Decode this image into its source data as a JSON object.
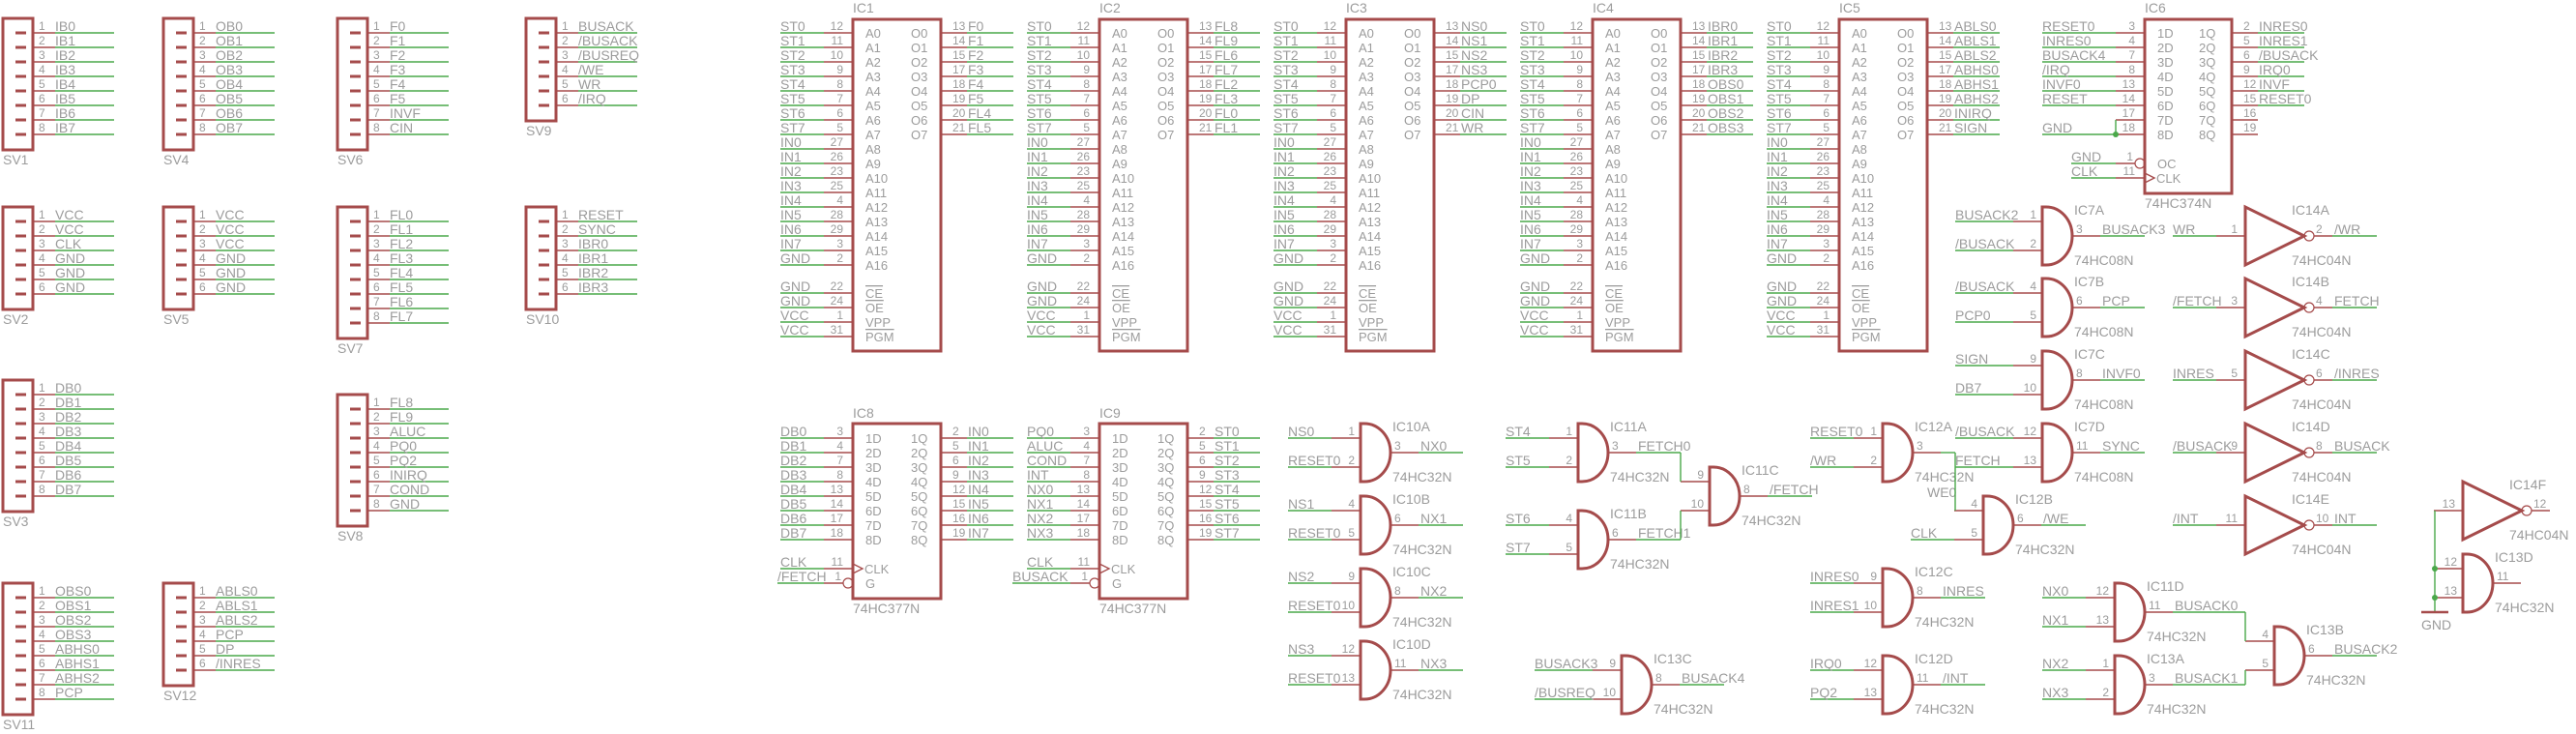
{
  "colors": {
    "part": "#a54b4b",
    "net": "#4aa84a",
    "text": "#9c9c9c",
    "background": "#ffffff"
  },
  "connectors": [
    {
      "ref": "SV1",
      "pins": [
        [
          "1",
          "IB0"
        ],
        [
          "2",
          "IB1"
        ],
        [
          "3",
          "IB2"
        ],
        [
          "4",
          "IB3"
        ],
        [
          "5",
          "IB4"
        ],
        [
          "6",
          "IB5"
        ],
        [
          "7",
          "IB6"
        ],
        [
          "8",
          "IB7"
        ]
      ]
    },
    {
      "ref": "SV4",
      "pins": [
        [
          "1",
          "OB0"
        ],
        [
          "2",
          "OB1"
        ],
        [
          "3",
          "OB2"
        ],
        [
          "4",
          "OB3"
        ],
        [
          "5",
          "OB4"
        ],
        [
          "6",
          "OB5"
        ],
        [
          "7",
          "OB6"
        ],
        [
          "8",
          "OB7"
        ]
      ]
    },
    {
      "ref": "SV6",
      "pins": [
        [
          "1",
          "F0"
        ],
        [
          "2",
          "F1"
        ],
        [
          "3",
          "F2"
        ],
        [
          "4",
          "F3"
        ],
        [
          "5",
          "F4"
        ],
        [
          "6",
          "F5"
        ],
        [
          "7",
          "INVF"
        ],
        [
          "8",
          "CIN"
        ]
      ]
    },
    {
      "ref": "SV9",
      "pins": [
        [
          "1",
          "BUSACK"
        ],
        [
          "2",
          "/BUSACK"
        ],
        [
          "3",
          "/BUSREQ"
        ],
        [
          "4",
          "/WE"
        ],
        [
          "5",
          "WR"
        ],
        [
          "6",
          "/IRQ"
        ]
      ]
    },
    {
      "ref": "SV2",
      "pins": [
        [
          "1",
          "VCC"
        ],
        [
          "2",
          "VCC"
        ],
        [
          "3",
          "CLK"
        ],
        [
          "4",
          "GND"
        ],
        [
          "5",
          "GND"
        ],
        [
          "6",
          "GND"
        ]
      ]
    },
    {
      "ref": "SV5",
      "pins": [
        [
          "1",
          "VCC"
        ],
        [
          "2",
          "VCC"
        ],
        [
          "3",
          "VCC"
        ],
        [
          "4",
          "GND"
        ],
        [
          "5",
          "GND"
        ],
        [
          "6",
          "GND"
        ]
      ]
    },
    {
      "ref": "SV7",
      "pins": [
        [
          "1",
          "FL0"
        ],
        [
          "2",
          "FL1"
        ],
        [
          "3",
          "FL2"
        ],
        [
          "4",
          "FL3"
        ],
        [
          "5",
          "FL4"
        ],
        [
          "6",
          "FL5"
        ],
        [
          "7",
          "FL6"
        ],
        [
          "8",
          "FL7"
        ]
      ]
    },
    {
      "ref": "SV10",
      "pins": [
        [
          "1",
          "RESET"
        ],
        [
          "2",
          "SYNC"
        ],
        [
          "3",
          "IBR0"
        ],
        [
          "4",
          "IBR1"
        ],
        [
          "5",
          "IBR2"
        ],
        [
          "6",
          "IBR3"
        ]
      ]
    },
    {
      "ref": "SV3",
      "pins": [
        [
          "1",
          "DB0"
        ],
        [
          "2",
          "DB1"
        ],
        [
          "3",
          "DB2"
        ],
        [
          "4",
          "DB3"
        ],
        [
          "5",
          "DB4"
        ],
        [
          "6",
          "DB5"
        ],
        [
          "7",
          "DB6"
        ],
        [
          "8",
          "DB7"
        ]
      ]
    },
    {
      "ref": "SV8",
      "pins": [
        [
          "1",
          "FL8"
        ],
        [
          "2",
          "FL9"
        ],
        [
          "3",
          "ALUC"
        ],
        [
          "4",
          "PQ0"
        ],
        [
          "5",
          "PQ2"
        ],
        [
          "6",
          "INIRQ"
        ],
        [
          "7",
          "COND"
        ],
        [
          "8",
          "GND"
        ]
      ]
    },
    {
      "ref": "SV11",
      "pins": [
        [
          "1",
          "OBS0"
        ],
        [
          "2",
          "OBS1"
        ],
        [
          "3",
          "OBS2"
        ],
        [
          "4",
          "OBS3"
        ],
        [
          "5",
          "ABHS0"
        ],
        [
          "6",
          "ABHS1"
        ],
        [
          "7",
          "ABHS2"
        ],
        [
          "8",
          "PCP"
        ]
      ]
    },
    {
      "ref": "SV12",
      "pins": [
        [
          "1",
          "ABLS0"
        ],
        [
          "2",
          "ABLS1"
        ],
        [
          "3",
          "ABLS2"
        ],
        [
          "4",
          "PCP"
        ],
        [
          "5",
          "DP"
        ],
        [
          "6",
          "/INRES"
        ]
      ]
    }
  ],
  "eprom_common": {
    "inputs": [
      [
        "ST0",
        "12",
        "A0"
      ],
      [
        "ST1",
        "11",
        "A1"
      ],
      [
        "ST2",
        "10",
        "A2"
      ],
      [
        "ST3",
        "9",
        "A3"
      ],
      [
        "ST4",
        "8",
        "A4"
      ],
      [
        "ST5",
        "7",
        "A5"
      ],
      [
        "ST6",
        "6",
        "A6"
      ],
      [
        "ST7",
        "5",
        "A7"
      ],
      [
        "IN0",
        "27",
        "A8"
      ],
      [
        "IN1",
        "26",
        "A9"
      ],
      [
        "IN2",
        "23",
        "A10"
      ],
      [
        "IN3",
        "25",
        "A11"
      ],
      [
        "IN4",
        "4",
        "A12"
      ],
      [
        "IN5",
        "28",
        "A13"
      ],
      [
        "IN6",
        "29",
        "A14"
      ],
      [
        "IN7",
        "3",
        "A15"
      ],
      [
        "GND",
        "2",
        "A16"
      ]
    ],
    "control": [
      [
        "GND",
        "22",
        "CE"
      ],
      [
        "GND",
        "24",
        "OE"
      ],
      [
        "VCC",
        "1",
        "VPP"
      ],
      [
        "VCC",
        "31",
        "PGM"
      ]
    ],
    "output_pins": [
      "O0",
      "O1",
      "O2",
      "O3",
      "O4",
      "O5",
      "O6",
      "O7"
    ]
  },
  "eproms": [
    {
      "ref": "IC1",
      "outputs": [
        [
          "13",
          "F0"
        ],
        [
          "14",
          "F1"
        ],
        [
          "15",
          "F2"
        ],
        [
          "17",
          "F3"
        ],
        [
          "18",
          "F4"
        ],
        [
          "19",
          "F5"
        ],
        [
          "20",
          "FL4"
        ],
        [
          "21",
          "FL5"
        ]
      ]
    },
    {
      "ref": "IC2",
      "outputs": [
        [
          "13",
          "FL8"
        ],
        [
          "14",
          "FL9"
        ],
        [
          "15",
          "FL6"
        ],
        [
          "17",
          "FL7"
        ],
        [
          "18",
          "FL2"
        ],
        [
          "19",
          "FL3"
        ],
        [
          "20",
          "FL0"
        ],
        [
          "21",
          "FL1"
        ]
      ]
    },
    {
      "ref": "IC3",
      "outputs": [
        [
          "13",
          "NS0"
        ],
        [
          "14",
          "NS1"
        ],
        [
          "15",
          "NS2"
        ],
        [
          "17",
          "NS3"
        ],
        [
          "18",
          "PCP0"
        ],
        [
          "19",
          "DP"
        ],
        [
          "20",
          "CIN"
        ],
        [
          "21",
          "WR"
        ]
      ]
    },
    {
      "ref": "IC4",
      "outputs": [
        [
          "13",
          "IBR0"
        ],
        [
          "14",
          "IBR1"
        ],
        [
          "15",
          "IBR2"
        ],
        [
          "17",
          "IBR3"
        ],
        [
          "18",
          "OBS0"
        ],
        [
          "19",
          "OBS1"
        ],
        [
          "20",
          "OBS2"
        ],
        [
          "21",
          "OBS3"
        ]
      ]
    },
    {
      "ref": "IC5",
      "outputs": [
        [
          "13",
          "ABLS0"
        ],
        [
          "14",
          "ABLS1"
        ],
        [
          "15",
          "ABLS2"
        ],
        [
          "17",
          "ABHS0"
        ],
        [
          "18",
          "ABHS1"
        ],
        [
          "19",
          "ABHS2"
        ],
        [
          "20",
          "INIRQ"
        ],
        [
          "21",
          "SIGN"
        ]
      ]
    }
  ],
  "latch374": {
    "ref": "IC6",
    "part": "74HC374N",
    "inputs": [
      [
        "RESET0",
        "3",
        "1D"
      ],
      [
        "INRES0",
        "4",
        "2D"
      ],
      [
        "BUSACK4",
        "7",
        "3D"
      ],
      [
        "/IRQ",
        "8",
        "4D"
      ],
      [
        "INVF0",
        "13",
        "5D"
      ],
      [
        "RESET",
        "14",
        "6D"
      ],
      [
        "",
        "17",
        "7D"
      ],
      [
        "GND",
        "18",
        "8D"
      ]
    ],
    "outputs": [
      [
        "2",
        "INRES0",
        "1Q"
      ],
      [
        "5",
        "INRES1",
        "2Q"
      ],
      [
        "6",
        "/BUSACK",
        "3Q"
      ],
      [
        "9",
        "IRQ0",
        "4Q"
      ],
      [
        "12",
        "INVF",
        "5Q"
      ],
      [
        "15",
        "RESET0",
        "6Q"
      ],
      [
        "16",
        "",
        "7Q"
      ],
      [
        "19",
        "",
        "8Q"
      ]
    ],
    "oc": [
      "GND",
      "1",
      "OC"
    ],
    "clk": [
      "CLK",
      "11",
      "CLK"
    ]
  },
  "latches377": [
    {
      "ref": "IC8",
      "part": "74HC377N",
      "inputs": [
        [
          "DB0",
          "3",
          "1D"
        ],
        [
          "DB1",
          "4",
          "2D"
        ],
        [
          "DB2",
          "7",
          "3D"
        ],
        [
          "DB3",
          "8",
          "4D"
        ],
        [
          "DB4",
          "13",
          "5D"
        ],
        [
          "DB5",
          "14",
          "6D"
        ],
        [
          "DB6",
          "17",
          "7D"
        ],
        [
          "DB7",
          "18",
          "8D"
        ]
      ],
      "outputs": [
        [
          "2",
          "IN0",
          "1Q"
        ],
        [
          "5",
          "IN1",
          "2Q"
        ],
        [
          "6",
          "IN2",
          "3Q"
        ],
        [
          "9",
          "IN3",
          "4Q"
        ],
        [
          "12",
          "IN4",
          "5Q"
        ],
        [
          "15",
          "IN5",
          "6Q"
        ],
        [
          "16",
          "IN6",
          "7Q"
        ],
        [
          "19",
          "IN7",
          "8Q"
        ]
      ],
      "clk": [
        "CLK",
        "11",
        "CLK"
      ],
      "g": [
        "/FETCH",
        "1",
        "G"
      ]
    },
    {
      "ref": "IC9",
      "part": "74HC377N",
      "inputs": [
        [
          "PQ0",
          "3",
          "1D"
        ],
        [
          "ALUC",
          "4",
          "2D"
        ],
        [
          "COND",
          "7",
          "3D"
        ],
        [
          "INT",
          "8",
          "4D"
        ],
        [
          "NX0",
          "13",
          "5D"
        ],
        [
          "NX1",
          "14",
          "6D"
        ],
        [
          "NX2",
          "17",
          "7D"
        ],
        [
          "NX3",
          "18",
          "8D"
        ]
      ],
      "outputs": [
        [
          "2",
          "ST0",
          "1Q"
        ],
        [
          "5",
          "ST1",
          "2Q"
        ],
        [
          "6",
          "ST2",
          "3Q"
        ],
        [
          "9",
          "ST3",
          "4Q"
        ],
        [
          "12",
          "ST4",
          "5Q"
        ],
        [
          "15",
          "ST5",
          "6Q"
        ],
        [
          "16",
          "ST6",
          "7Q"
        ],
        [
          "19",
          "ST7",
          "8Q"
        ]
      ],
      "clk": [
        "CLK",
        "11",
        "CLK"
      ],
      "g": [
        "BUSACK",
        "1",
        "G"
      ]
    }
  ],
  "gates": [
    {
      "ref": "IC7A",
      "part": "74HC08N",
      "type": "and",
      "in": [
        [
          "BUSACK2",
          "1"
        ],
        [
          "/BUSACK",
          "2"
        ]
      ],
      "out": [
        "3",
        "BUSACK3"
      ]
    },
    {
      "ref": "IC7B",
      "part": "74HC08N",
      "type": "and",
      "in": [
        [
          "/BUSACK",
          "4"
        ],
        [
          "PCP0",
          "5"
        ]
      ],
      "out": [
        "6",
        "PCP"
      ]
    },
    {
      "ref": "IC7C",
      "part": "74HC08N",
      "type": "and",
      "in": [
        [
          "SIGN",
          "9"
        ],
        [
          "DB7",
          "10"
        ]
      ],
      "out": [
        "8",
        "INVF0"
      ]
    },
    {
      "ref": "IC7D",
      "part": "74HC08N",
      "type": "and",
      "in": [
        [
          "/BUSACK",
          "12"
        ],
        [
          "FETCH",
          "13"
        ]
      ],
      "out": [
        "11",
        "SYNC"
      ]
    },
    {
      "ref": "IC14A",
      "part": "74HC04N",
      "type": "inv",
      "in": [
        [
          "WR",
          "1"
        ]
      ],
      "out": [
        "2",
        "/WR"
      ]
    },
    {
      "ref": "IC14B",
      "part": "74HC04N",
      "type": "inv",
      "in": [
        [
          "/FETCH",
          "3"
        ]
      ],
      "out": [
        "4",
        "FETCH"
      ]
    },
    {
      "ref": "IC14C",
      "part": "74HC04N",
      "type": "inv",
      "in": [
        [
          "INRES",
          "5"
        ]
      ],
      "out": [
        "6",
        "/INRES"
      ]
    },
    {
      "ref": "IC14D",
      "part": "74HC04N",
      "type": "inv",
      "in": [
        [
          "/BUSACK",
          "9"
        ]
      ],
      "out": [
        "8",
        "BUSACK"
      ]
    },
    {
      "ref": "IC14E",
      "part": "74HC04N",
      "type": "inv",
      "in": [
        [
          "/INT",
          "11"
        ]
      ],
      "out": [
        "10",
        "INT"
      ]
    },
    {
      "ref": "IC14F",
      "part": "74HC04N",
      "type": "inv",
      "in": [
        [
          "",
          "13"
        ]
      ],
      "out": [
        "12",
        ""
      ]
    },
    {
      "ref": "IC10A",
      "part": "74HC32N",
      "type": "and",
      "in": [
        [
          "NS0",
          "1"
        ],
        [
          "RESET0",
          "2"
        ]
      ],
      "out": [
        "3",
        "NX0"
      ]
    },
    {
      "ref": "IC10B",
      "part": "74HC32N",
      "type": "and",
      "in": [
        [
          "NS1",
          "4"
        ],
        [
          "RESET0",
          "5"
        ]
      ],
      "out": [
        "6",
        "NX1"
      ]
    },
    {
      "ref": "IC10C",
      "part": "74HC32N",
      "type": "and",
      "in": [
        [
          "NS2",
          "9"
        ],
        [
          "RESET0",
          "10"
        ]
      ],
      "out": [
        "8",
        "NX2"
      ]
    },
    {
      "ref": "IC10D",
      "part": "74HC32N",
      "type": "and",
      "in": [
        [
          "NS3",
          "12"
        ],
        [
          "RESET0",
          "13"
        ]
      ],
      "out": [
        "11",
        "NX3"
      ]
    },
    {
      "ref": "IC11A",
      "part": "74HC32N",
      "type": "and",
      "in": [
        [
          "ST4",
          "1"
        ],
        [
          "ST5",
          "2"
        ]
      ],
      "out": [
        "3",
        "FETCH0"
      ]
    },
    {
      "ref": "IC11B",
      "part": "74HC32N",
      "type": "and",
      "in": [
        [
          "ST6",
          "4"
        ],
        [
          "ST7",
          "5"
        ]
      ],
      "out": [
        "6",
        "FETCH1"
      ]
    },
    {
      "ref": "IC11C",
      "part": "74HC32N",
      "type": "and",
      "in": [
        [
          "",
          "9"
        ],
        [
          "",
          "10"
        ]
      ],
      "out": [
        "8",
        "/FETCH"
      ]
    },
    {
      "ref": "IC13C",
      "part": "74HC32N",
      "type": "and",
      "in": [
        [
          "BUSACK3",
          "9"
        ],
        [
          "/BUSREQ",
          "10"
        ]
      ],
      "out": [
        "8",
        "BUSACK4"
      ]
    },
    {
      "ref": "IC12A",
      "part": "74HC32N",
      "type": "and",
      "in": [
        [
          "RESET0",
          "1"
        ],
        [
          "/WR",
          "2"
        ]
      ],
      "out": [
        "3",
        "WE0"
      ]
    },
    {
      "ref": "IC12B",
      "part": "74HC32N",
      "type": "and",
      "in": [
        [
          "",
          "4"
        ],
        [
          "CLK",
          "5"
        ]
      ],
      "out": [
        "6",
        "/WE"
      ]
    },
    {
      "ref": "IC12C",
      "part": "74HC32N",
      "type": "and",
      "in": [
        [
          "INRES0",
          "9"
        ],
        [
          "INRES1",
          "10"
        ]
      ],
      "out": [
        "8",
        "INRES"
      ]
    },
    {
      "ref": "IC12D",
      "part": "74HC32N",
      "type": "and",
      "in": [
        [
          "IRQ0",
          "12"
        ],
        [
          "PQ2",
          "13"
        ]
      ],
      "out": [
        "11",
        "/INT"
      ]
    },
    {
      "ref": "IC11D",
      "part": "74HC32N",
      "type": "and",
      "in": [
        [
          "NX0",
          "12"
        ],
        [
          "NX1",
          "13"
        ]
      ],
      "out": [
        "11",
        "BUSACK0"
      ]
    },
    {
      "ref": "IC13A",
      "part": "74HC32N",
      "type": "and",
      "in": [
        [
          "NX2",
          "1"
        ],
        [
          "NX3",
          "2"
        ]
      ],
      "out": [
        "3",
        "BUSACK1"
      ]
    },
    {
      "ref": "IC13B",
      "part": "74HC32N",
      "type": "and",
      "in": [
        [
          "",
          "4"
        ],
        [
          "",
          "5"
        ]
      ],
      "out": [
        "6",
        "BUSACK2"
      ]
    },
    {
      "ref": "IC13D",
      "part": "74HC32N",
      "type": "and",
      "in": [
        [
          "",
          "12"
        ],
        [
          "",
          "13"
        ]
      ],
      "out": [
        "11",
        ""
      ]
    }
  ],
  "ground_symbol": {
    "label": "GND"
  }
}
